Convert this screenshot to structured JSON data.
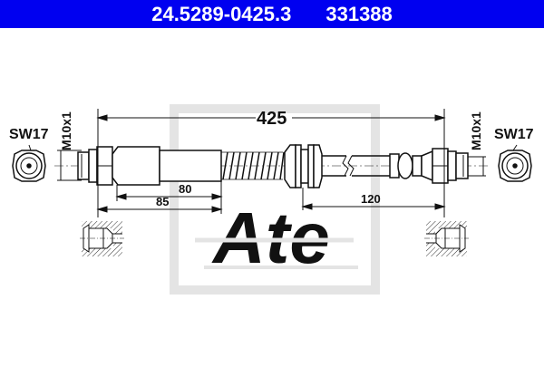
{
  "header": {
    "part_number": "24.5289-0425.3",
    "article_number": "331388",
    "background_color": "#0000f0",
    "text_color": "#ffffff"
  },
  "drawing": {
    "type": "brake-hose-technical-drawing",
    "total_length_label": "425",
    "left_inner_dim_label": "80",
    "left_outer_dim_label": "85",
    "right_dim_label": "120",
    "left_wrench_size_label": "SW17",
    "right_wrench_size_label": "SW17",
    "left_thread_label": "M10x1",
    "right_thread_label": "M10x1",
    "watermark": "Ate",
    "line_color": "#111111",
    "watermark_color": "#e6e6e6"
  }
}
